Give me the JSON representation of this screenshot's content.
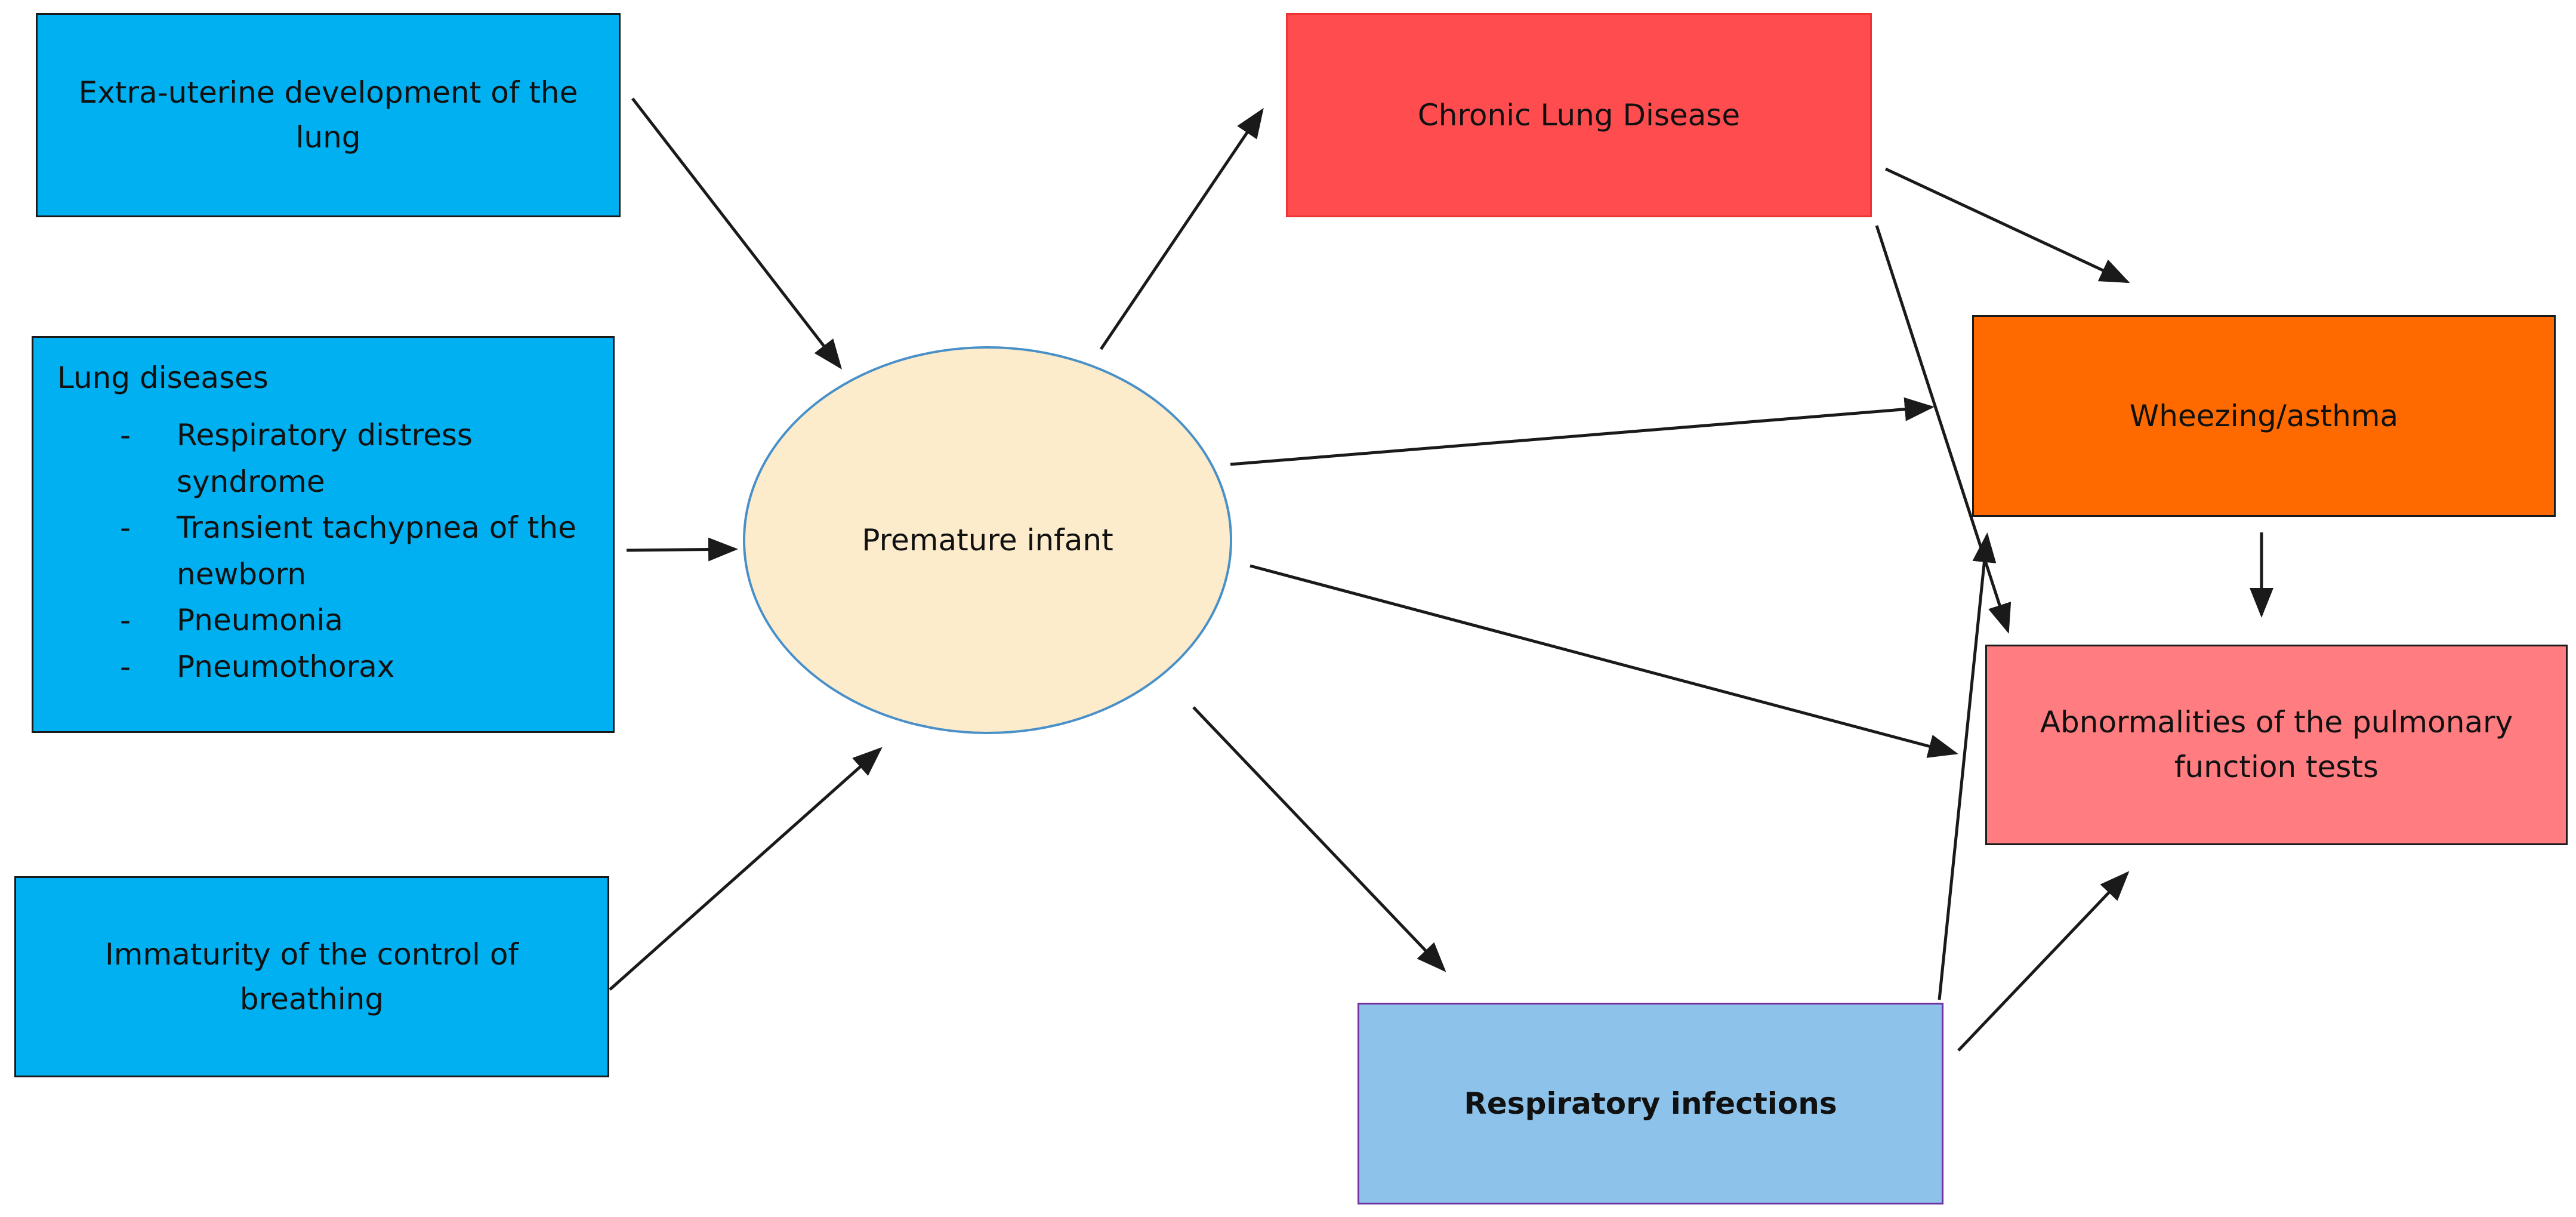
{
  "nodes": {
    "extra_uterine": "Extra-uterine development of the lung",
    "lung_diseases": {
      "title": "Lung diseases",
      "items": [
        "Respiratory distress syndrome",
        "Transient tachypnea of the newborn",
        "Pneumonia",
        "Pneumothorax"
      ]
    },
    "immaturity": "Immaturity of the control of breathing",
    "center": "Premature infant",
    "chronic_lung_disease": "Chronic Lung Disease",
    "wheezing": "Wheezing/asthma",
    "pulmonary_abnormalities": "Abnormalities of the pulmonary function tests",
    "respiratory_infections": "Respiratory infections"
  },
  "colors": {
    "cause_box": "#00b0f0",
    "center_fill": "#fdeccc",
    "center_border": "#4a90c8",
    "chronic_lung_disease": "#ff4d4f",
    "wheezing": "#ff6a00",
    "pulmonary_abnormalities": "#ff7c80",
    "respiratory_infections": "#8dc3ea",
    "respiratory_infections_border": "#7030a0",
    "arrow": "#1a1a1a"
  },
  "edges": [
    {
      "from": "extra_uterine",
      "to": "center"
    },
    {
      "from": "lung_diseases",
      "to": "center"
    },
    {
      "from": "immaturity",
      "to": "center"
    },
    {
      "from": "center",
      "to": "chronic_lung_disease"
    },
    {
      "from": "center",
      "to": "wheezing"
    },
    {
      "from": "center",
      "to": "pulmonary_abnormalities"
    },
    {
      "from": "center",
      "to": "respiratory_infections"
    },
    {
      "from": "chronic_lung_disease",
      "to": "wheezing"
    },
    {
      "from": "chronic_lung_disease",
      "to": "pulmonary_abnormalities"
    },
    {
      "from": "wheezing",
      "to": "pulmonary_abnormalities"
    },
    {
      "from": "respiratory_infections",
      "to": "wheezing"
    },
    {
      "from": "respiratory_infections",
      "to": "pulmonary_abnormalities"
    }
  ]
}
